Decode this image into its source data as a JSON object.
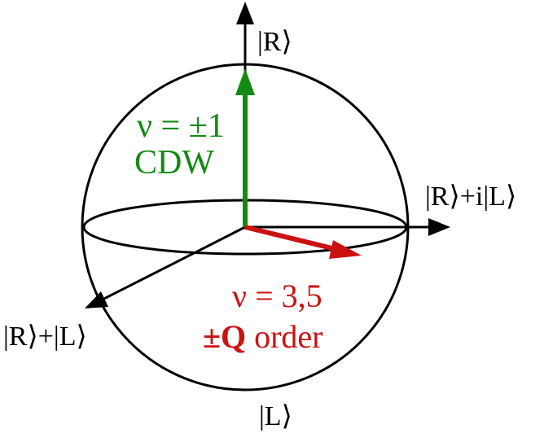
{
  "diagram": {
    "axes": {
      "top_label": "|R⟩",
      "bottom_label": "|L⟩",
      "right_label": "|R⟩+i|L⟩",
      "left_label": "|R⟩+|L⟩"
    },
    "green_vector": {
      "line1": "ν = ±1",
      "line2": "CDW",
      "color": "#138a13"
    },
    "red_vector": {
      "line1": "ν = 3,5",
      "line2_bold": "±Q",
      "line2_rest": " order",
      "color": "#cc1111"
    },
    "sphere_color": "#000000"
  }
}
